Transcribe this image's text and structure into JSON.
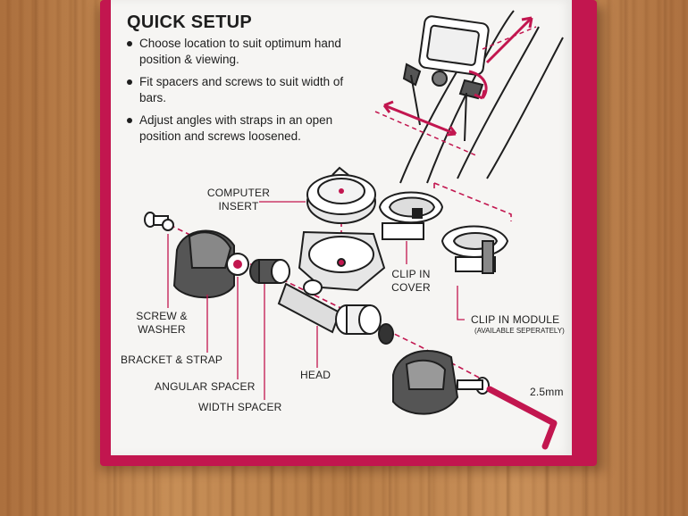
{
  "photo": {
    "surface": "wooden table",
    "accent": "#c2164f",
    "card": "#f6f5f3"
  },
  "title": "QUICK SETUP",
  "steps": [
    {
      "text": "Choose location to suit optimum hand position & viewing."
    },
    {
      "text": "Fit spacers and screws to suit width of bars."
    },
    {
      "text": "Adjust angles with straps in an open position and screws loosened."
    }
  ],
  "labels": {
    "computer_insert": "COMPUTER INSERT",
    "clip_in_cover": "CLIP IN COVER",
    "clip_in_module": "CLIP IN MODULE",
    "clip_in_module_note": "(AVAILABLE SEPERATELY)",
    "screw_washer": "SCREW & WASHER",
    "bracket_strap": "BRACKET & STRAP",
    "angular_spacer": "ANGULAR SPACER",
    "width_spacer": "WIDTH SPACER",
    "head": "HEAD",
    "hex_key": "2.5mm"
  }
}
